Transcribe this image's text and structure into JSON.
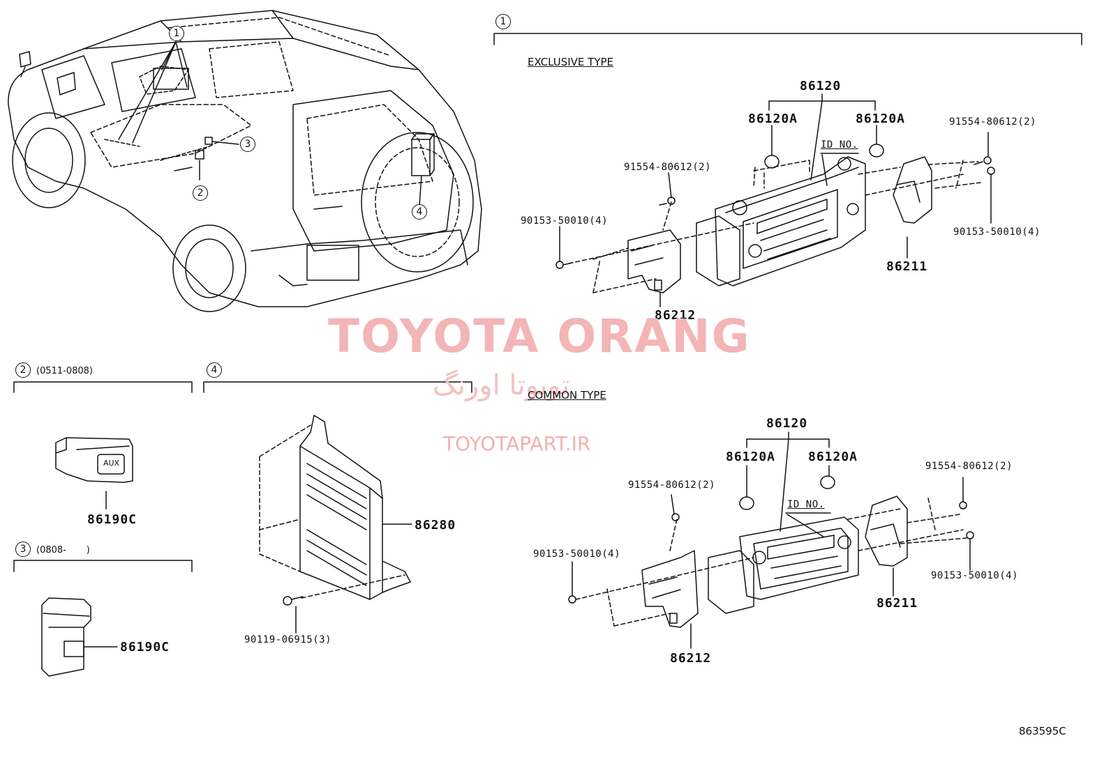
{
  "callouts": {
    "c1_car": "1",
    "c2_car": "2",
    "c3_car": "3",
    "c4_car": "4",
    "c1_section": "1",
    "c2_section": "2",
    "c3_section": "3",
    "c4_section": "4"
  },
  "sections": {
    "s2_range": "(0511-0808)",
    "s3_range": "(0808-       )"
  },
  "exclusive": {
    "caption": "EXCLUSIVE TYPE",
    "p86120": "86120",
    "p86120A_left": "86120A",
    "p86120A_right": "86120A",
    "id_no": "ID NO.",
    "screw_left": "91554-80612(2)",
    "screw_right": "91554-80612(2)",
    "bolt_left": "90153-50010(4)",
    "bolt_right": "90153-50010(4)",
    "p86211": "86211",
    "p86212": "86212"
  },
  "common": {
    "caption": "COMMON TYPE",
    "p86120": "86120",
    "p86120A_left": "86120A",
    "p86120A_right": "86120A",
    "id_no": "ID NO.",
    "screw_left": "91554-80612(2)",
    "screw_right": "91554-80612(2)",
    "bolt_left": "90153-50010(4)",
    "bolt_right": "90153-50010(4)",
    "p86211": "86211",
    "p86212": "86212"
  },
  "aux": {
    "label_2": "86190C",
    "label_3": "86190C",
    "aux_text": "AUX"
  },
  "amp": {
    "p86280": "86280",
    "bolt": "90119-06915(3)"
  },
  "watermark": {
    "title": "TOYOTA ORANG",
    "persian": "تویوتا اورنگ",
    "url": "TOYOTAPART.IR"
  },
  "ref_code": "863595C"
}
